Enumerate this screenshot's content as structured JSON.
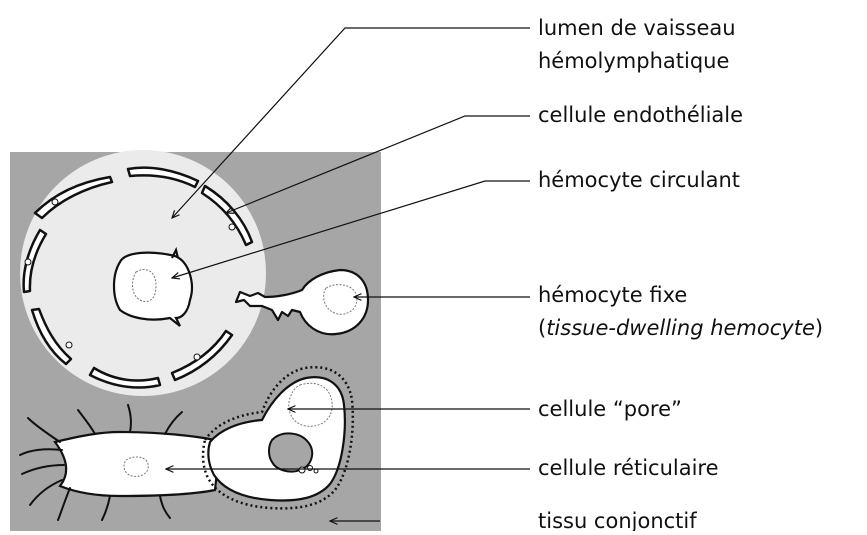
{
  "labels": {
    "lumen_line1": "lumen de vaisseau",
    "lumen_line2": "hémolymphatique",
    "endothelial": "cellule endothéliale",
    "circulating": "hémocyte circulant",
    "fixed_line1": "hémocyte fixe",
    "fixed_open": "(",
    "fixed_italic": "tissue-dwelling hemocyte",
    "fixed_close": ")",
    "pore": "cellule “pore”",
    "reticular": "cellule réticulaire",
    "connective": "tissu conjonctif"
  },
  "colors": {
    "tissue": "#a6a6a6",
    "lumen": "#ebebeb",
    "cell_fill": "#ffffff",
    "stroke": "#111111"
  }
}
